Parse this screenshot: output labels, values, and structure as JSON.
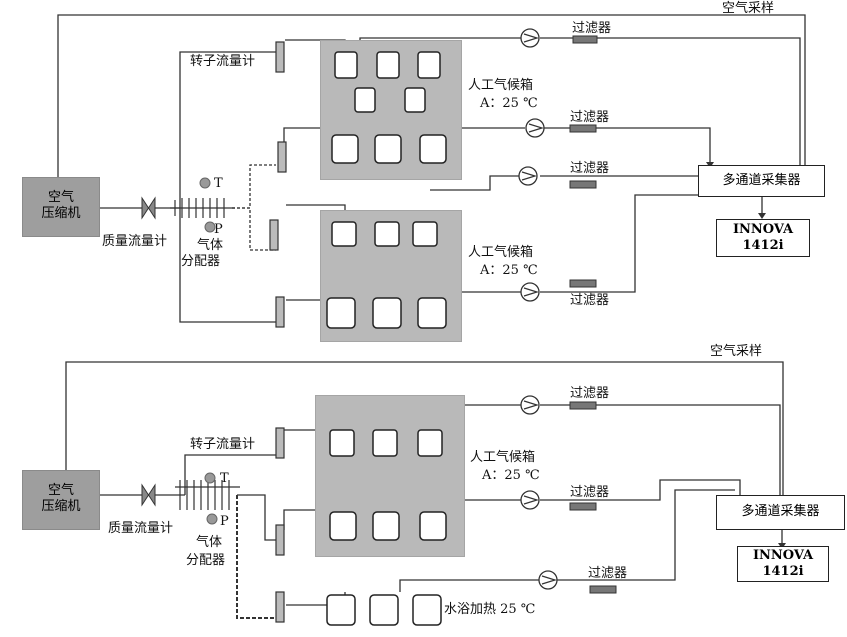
{
  "colors": {
    "line": "#333333",
    "chamber": "#b9b9b9",
    "compressor": "#9e9e9e"
  },
  "top": {
    "air_sampling": "空气采样",
    "compressor": [
      "空气",
      "压缩机"
    ],
    "mass_flow": "质量流量计",
    "rotameter": "转子流量计",
    "gas_distributor": [
      "气体",
      "分配器"
    ],
    "sensor_t": "T",
    "sensor_p": "P",
    "chamber_a": [
      "人工气候箱",
      "A：25 ℃"
    ],
    "chamber_b": [
      "人工气候箱",
      "A：25 ℃"
    ],
    "filter": "过滤器",
    "collector": "多通道采集器",
    "analyzer": [
      "INNOVA",
      "1412i"
    ]
  },
  "bottom": {
    "air_sampling": "空气采样",
    "compressor": [
      "空气",
      "压缩机"
    ],
    "mass_flow": "质量流量计",
    "rotameter": "转子流量计",
    "gas_distributor": [
      "气体",
      "分配器"
    ],
    "sensor_t": "T",
    "sensor_p": "P",
    "chamber": [
      "人工气候箱",
      "A：25 ℃"
    ],
    "filter": "过滤器",
    "collector": "多通道采集器",
    "analyzer": [
      "INNOVA",
      "1412i"
    ],
    "water_bath": "水浴加热 25 ℃"
  }
}
